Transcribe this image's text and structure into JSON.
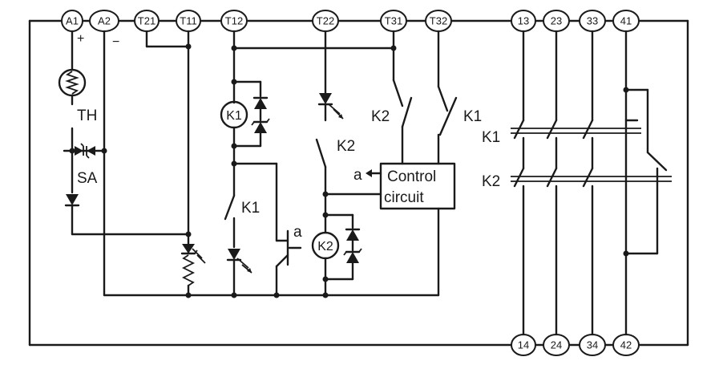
{
  "terminals": {
    "top": [
      "A1",
      "A2",
      "T21",
      "T11",
      "T12",
      "T22",
      "T31",
      "T32",
      "13",
      "23",
      "33",
      "41"
    ],
    "bottom": [
      "14",
      "24",
      "34",
      "42"
    ]
  },
  "labels": {
    "plus": "+",
    "minus": "−",
    "th": "TH",
    "sa": "SA",
    "k1_relay": "K1",
    "k2_relay": "K2",
    "k1_switch": "K1",
    "k2_switch_left": "K2",
    "k2_switch_mid": "K2",
    "k1_switch_right": "K1",
    "a_transistor": "a",
    "a_control": "a",
    "control_line1": "Control",
    "control_line2": "circuit",
    "k1_contacts": "K1",
    "k2_contacts": "K2"
  }
}
